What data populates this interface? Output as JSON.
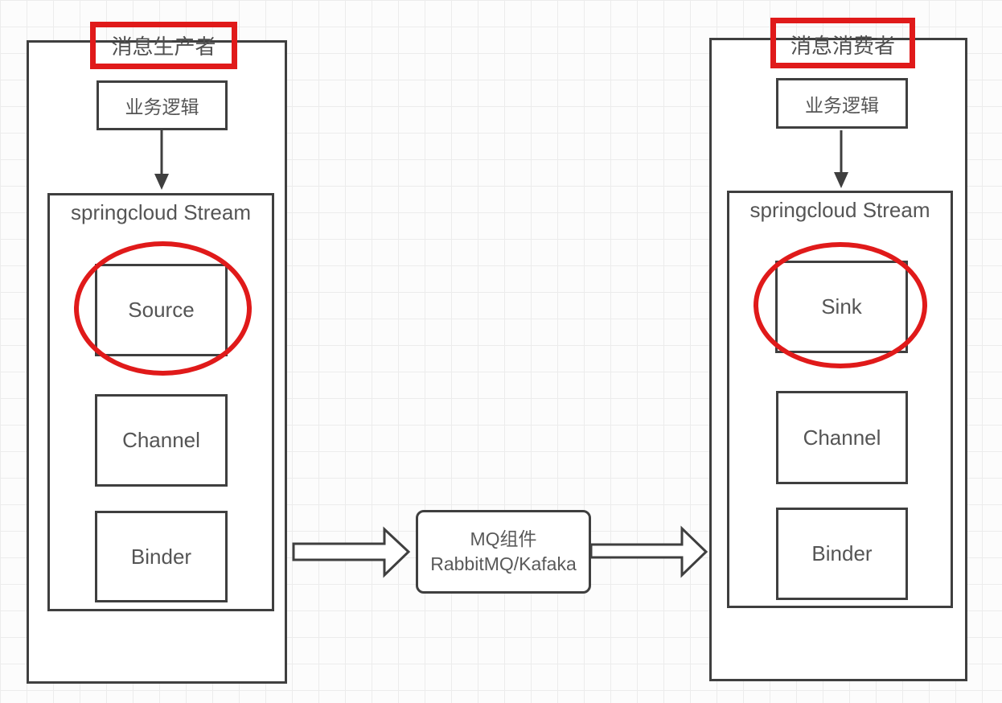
{
  "diagram": {
    "producer": {
      "title": "消息生产者",
      "business_logic": "业务逻辑",
      "stream_title": "springcloud Stream",
      "components": [
        "Source",
        "Channel",
        "Binder"
      ]
    },
    "consumer": {
      "title": "消息消费者",
      "business_logic": "业务逻辑",
      "stream_title": "springcloud Stream",
      "components": [
        "Sink",
        "Channel",
        "Binder"
      ]
    },
    "mq": {
      "line1": "MQ组件",
      "line2": "RabbitMQ/Kafaka"
    },
    "colors": {
      "stroke": "#3f3f3f",
      "highlight_red": "#e01a1a",
      "text": "#555555",
      "grid": "#ececec"
    }
  }
}
